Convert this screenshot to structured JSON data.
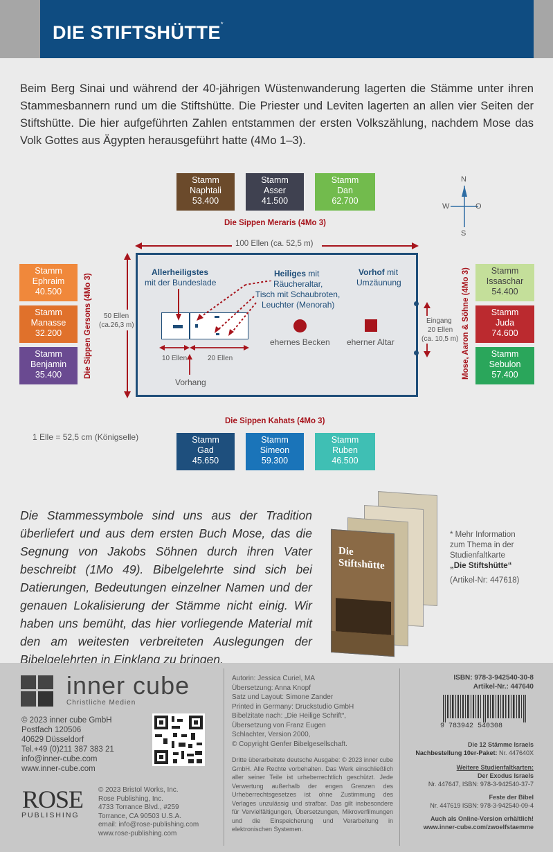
{
  "header": {
    "title": "DIE STIFTSHÜTTE",
    "title_mark": "*"
  },
  "intro": "Beim Berg Sinai und während der 40-jährigen Wüstenwanderung lagerten die Stämme unter ihren Stammesbannern rund um die Stiftshütte. Die Priester und Leviten lagerten an allen vier Seiten der Stiftshütte. Die hier aufgeführten Zahlen entstammen der ersten Volkszählung, nachdem Mose das Volk Gottes aus Ägypten herausgeführt hatte (4Mo 1–3).",
  "compass": {
    "n": "N",
    "s": "S",
    "w": "W",
    "o": "O"
  },
  "tribes": {
    "north": [
      {
        "line1": "Stamm",
        "line2": "Naphtali",
        "count": "53.400",
        "color": "#6b4a2b"
      },
      {
        "line1": "Stamm",
        "line2": "Asser",
        "count": "41.500",
        "color": "#3f4150"
      },
      {
        "line1": "Stamm",
        "line2": "Dan",
        "count": "62.700",
        "color": "#72bb4d"
      }
    ],
    "west": [
      {
        "line1": "Stamm",
        "line2": "Ephraim",
        "count": "40.500",
        "color": "#f0883b"
      },
      {
        "line1": "Stamm",
        "line2": "Manasse",
        "count": "32.200",
        "color": "#e0712b"
      },
      {
        "line1": "Stamm",
        "line2": "Benjamin",
        "count": "35.400",
        "color": "#6a4a91"
      }
    ],
    "east": [
      {
        "line1": "Stamm",
        "line2": "Issaschar",
        "count": "54.400",
        "color": "#c4df9a"
      },
      {
        "line1": "Stamm",
        "line2": "Juda",
        "count": "74.600",
        "color": "#bb2a2f"
      },
      {
        "line1": "Stamm",
        "line2": "Sebulon",
        "count": "57.400",
        "color": "#2aa65b"
      }
    ],
    "south": [
      {
        "line1": "Stamm",
        "line2": "Gad",
        "count": "45.650",
        "color": "#1e4f7d"
      },
      {
        "line1": "Stamm",
        "line2": "Simeon",
        "count": "59.300",
        "color": "#1a74b9"
      },
      {
        "line1": "Stamm",
        "line2": "Ruben",
        "count": "46.500",
        "color": "#3fbfb4"
      }
    ]
  },
  "levites": {
    "north": "Die Sippen Meraris (4Mo 3)",
    "west": "Die Sippen Gersons (4Mo 3)",
    "east": "Mose, Aaron & Söhne (4Mo 3)",
    "south": "Die Sippen Kahats (4Mo 3)"
  },
  "diagram": {
    "width_label": "100 Ellen (ca. 52,5 m)",
    "height_label_1": "50 Ellen",
    "height_label_2": "(ca.26,3 m)",
    "allerheiligstes_bold": "Allerheiligstes",
    "allerheiligstes_rest": "mit der Bundeslade",
    "heiliges_bold": "Heiliges",
    "heiliges_rest": " mit",
    "heiliges_l2": "Räucheraltar,",
    "heiliges_l3": "Tisch mit Schaubroten,",
    "heiliges_l4": "Leuchter (Menorah)",
    "vorhof_bold": "Vorhof",
    "vorhof_rest": " mit",
    "vorhof_l2": "Umzäunung",
    "becken": "ehernes Becken",
    "altar": "eherner Altar",
    "ten": "10 Ellen",
    "twenty": "20 Ellen",
    "vorhang": "Vorhang",
    "eingang_1": "Eingang",
    "eingang_2": "20 Ellen",
    "eingang_3": "(ca. 10,5 m)",
    "elle": "1 Elle = 52,5 cm (Königselle)"
  },
  "italic_text": "Die Stammessymbole sind uns aus der Tradition überliefert und aus dem ersten Buch Mose, das die Segnung von Jakobs Söhnen durch ihren Vater beschreibt (1Mo 49). Bibelgelehrte sind sich bei Datierungen, Bedeutungen einzelner Namen und der genauen Lokalisierung der Stämme nicht einig. Wir haben uns bemüht, das hier vorliegende Material mit den am weitesten verbreiteten Auslegungen der Bibelgelehrten in Einklang zu bringen.",
  "brochure": {
    "title1": "Die",
    "title2": "Stiftshütte"
  },
  "note": {
    "l1": "* Mehr Information",
    "l2": "zum Thema in der",
    "l3": "Studienfaltkarte",
    "l4": "„Die Stiftshütte“",
    "l5": "(Artikel-Nr: 447618)"
  },
  "footer": {
    "brand": "inner cube",
    "brand_sub": "Christliche Medien",
    "address": [
      "© 2023 inner cube GmbH",
      "Postfach 120506",
      "40629 Düsseldorf",
      "Tel.+49 (0)211 387 383 21",
      "info@inner-cube.com",
      "www.inner-cube.com"
    ],
    "rose": "ROSE",
    "rose_sub": "PUBLISHING",
    "rose_address": [
      "© 2023 Bristol Works, Inc.",
      "Rose Publishing, Inc.",
      "4733 Torrance Blvd., #259",
      "Torrance, CA 90503 U.S.A.",
      "email: info@rose-publishing.com",
      "www.rose-publishing.com"
    ],
    "credits": [
      "Autorin: Jessica Curiel, MA",
      "Übersetzung: Anna Knopf",
      "Satz und Layout: Simone Zander",
      "Printed in Germany: Druckstudio GmbH",
      "Bibelzitate nach: „Die Heilige Schrift“,",
      "Übersetzung von Franz Eugen",
      "Schlachter, Version 2000,",
      "© Copyright Genfer Bibelgesellschaft."
    ],
    "legal": "Dritte überarbeitete deutsche Ausgabe: © 2023 inner cube GmbH. Alle Rechte vorbehalten. Das Werk einschließlich aller seiner Teile ist urheberrechtlich geschützt. Jede Verwertung außerhalb der engen Grenzen des Urheberrechtsgesetzes ist ohne Zustimmung des Verlages unzulässig und strafbar. Das gilt insbesondere für Vervielfältigungen, Übersetzungen, Mikroverfilmungen und die Einspeicherung und Verarbeitung in elektronischen Systemen.",
    "isbn": "ISBN:  978-3-942540-30-8",
    "artikel": "Artikel-Nr.: 447640",
    "barcode_digits": "9  783942  540308",
    "product": "Die 12 Stämme Israels",
    "nachbestellung_b": "Nachbestellung 10er-Paket:",
    "nachbestellung_n": " Nr. 447640X",
    "weitere": "Weitere Studienfaltkarten:",
    "exodus": "Der Exodus Israels",
    "exodus_nr": "Nr. 447647, ISBN:  978-3-942540-37-7",
    "feste": "Feste der Bibel",
    "feste_nr": "Nr. 447619 ISBN:  978-3-942540-09-4",
    "online1": "Auch als Online-Version erhältlich!",
    "online2": "www.inner-cube.com/zwoelfstaemme"
  }
}
